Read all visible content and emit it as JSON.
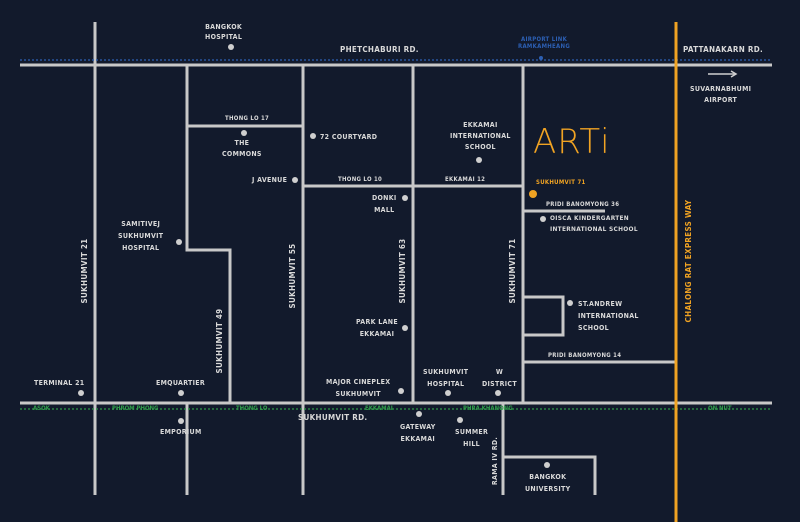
{
  "roads": {
    "phetchaburi": "PHETCHABURI RD.",
    "pattanakarn": "PATTANAKARN RD.",
    "sukhumvit": "SUKHUMVIT RD.",
    "sukhumvit21": "SUKHUMVIT 21",
    "sukhumvit49": "SUKHUMVIT 49",
    "sukhumvit55": "SUKHUMVIT 55",
    "sukhumvit63": "SUKHUMVIT 63",
    "sukhumvit71": "SUKHUMVIT 71",
    "thonglo17": "THONG LO 17",
    "thonglo10": "THONG LO 10",
    "ekkamai12": "EKKAMAI 12",
    "pridi36": "PRIDI BANOMYONG 36",
    "pridi14": "PRIDI BANOMYONG 14",
    "rama4": "RAMA IV RD.",
    "expressway": "CHALONG RAT EXPRESS WAY"
  },
  "airport_link": {
    "line1": "AIRPORT LINK",
    "line2": "RAMKAMHEANG"
  },
  "bts": [
    "ASOK",
    "PHROM PHONG",
    "THONG LO",
    "EKKAMAI",
    "PHRA KHANONG",
    "ON NUT"
  ],
  "places": {
    "bangkok_hospital": [
      "BANGKOK",
      "HOSPITAL"
    ],
    "the_commons": [
      "THE",
      "COMMONS"
    ],
    "courtyard": "72 COURTYARD",
    "j_avenue": "J AVENUE",
    "donki": [
      "DONKI",
      "MALL"
    ],
    "ekkamai_school": [
      "EKKAMAI",
      "INTERNATIONAL",
      "SCHOOL"
    ],
    "samitivej": [
      "SAMITIVEJ",
      "SUKHUMVIT",
      "HOSPITAL"
    ],
    "oisca": [
      "OISCA KINDERGARTEN",
      "INTERNATIONAL SCHOOL"
    ],
    "standrew": [
      "ST.ANDREW",
      "INTERNATIONAL",
      "SCHOOL"
    ],
    "park_lane": [
      "PARK LANE",
      "EKKAMAI"
    ],
    "major": [
      "MAJOR CINEPLEX",
      "SUKHUMVIT"
    ],
    "sukhumvit_hospital": [
      "SUKHUMVIT",
      "HOSPITAL"
    ],
    "w_district": [
      "W",
      "DISTRICT"
    ],
    "terminal21": "TERMINAL 21",
    "emquartier": "EMQUARTIER",
    "emporium": "EMPORIUM",
    "gateway": [
      "GATEWAY",
      "EKKAMAI"
    ],
    "summer_hill": [
      "SUMMER",
      "HILL"
    ],
    "bangkok_university": [
      "BANGKOK",
      "UNIVERSITY"
    ],
    "suvarnabhumi": [
      "SUVARNABHUMI",
      "AIRPORT"
    ]
  },
  "project": {
    "logo": "ARTi",
    "subtitle": "SUKHUMVIT 71"
  },
  "colors": {
    "background": "#121a2c",
    "road": "#c8c8c8",
    "express": "#f0a323",
    "bts": "#2f9a4a",
    "airport_link": "#2c5fb3"
  }
}
